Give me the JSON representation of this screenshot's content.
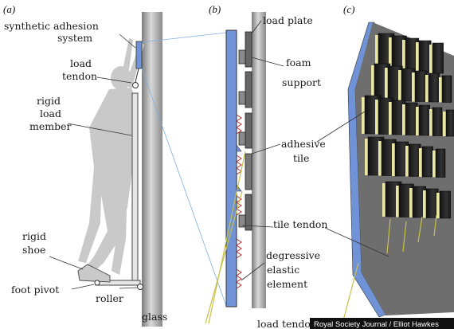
{
  "panels": {
    "a": "(a)",
    "b": "(b)",
    "c": "(c)"
  },
  "labels_a": {
    "synthetic_adhesion_1": "synthetic adhesion",
    "synthetic_adhesion_2": "system",
    "load_tendon_1": "load",
    "load_tendon_2": "tendon",
    "rigid_load_member_1": "rigid",
    "rigid_load_member_2": "load",
    "rigid_load_member_3": "member",
    "rigid_shoe_1": "rigid",
    "rigid_shoe_2": "shoe",
    "foot_pivot": "foot pivot",
    "roller": "roller",
    "glass": "glass"
  },
  "labels_b": {
    "load_plate": "load plate",
    "foam_support_1": "foam",
    "foam_support_2": "support",
    "adhesive_tile_1": "adhesive",
    "adhesive_tile_2": "tile",
    "tile_tendon": "tile tendon",
    "degressive_1": "degressive",
    "degressive_2": "elastic",
    "degressive_3": "element",
    "load_tendon": "load tendon"
  },
  "credit": "Royal Society Journal / Elliot Hawkes",
  "colors": {
    "glass_gray": "#9a9a9a",
    "plate_blue": "#6f93d6",
    "tendon_yellow": "#c8c24a",
    "silhouette": "#c9c9c9",
    "tile_dark": "#222222"
  }
}
